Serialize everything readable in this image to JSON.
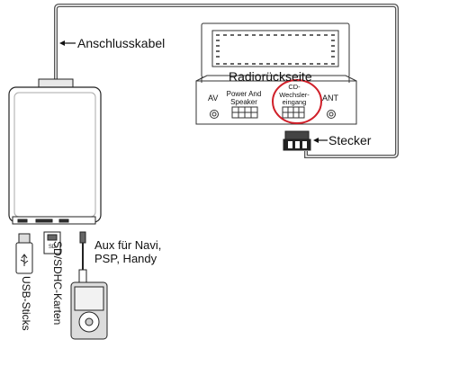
{
  "labels": {
    "cable": "Anschlusskabel",
    "radio_back": "Radiorückseite",
    "av": "AV",
    "power_speaker_line1": "Power And",
    "power_speaker_line2": "Speaker",
    "cd_line1": "CD-",
    "cd_line2": "Wechsler-",
    "cd_line3": "eingang",
    "ant": "ANT",
    "plug": "Stecker",
    "aux_line1": "Aux für Navi,",
    "aux_line2": "PSP, Handy",
    "usb": "USB-Sticks",
    "sd": "SD/SDHC-Karten"
  },
  "colors": {
    "line": "#333333",
    "highlight": "#d0202a"
  }
}
